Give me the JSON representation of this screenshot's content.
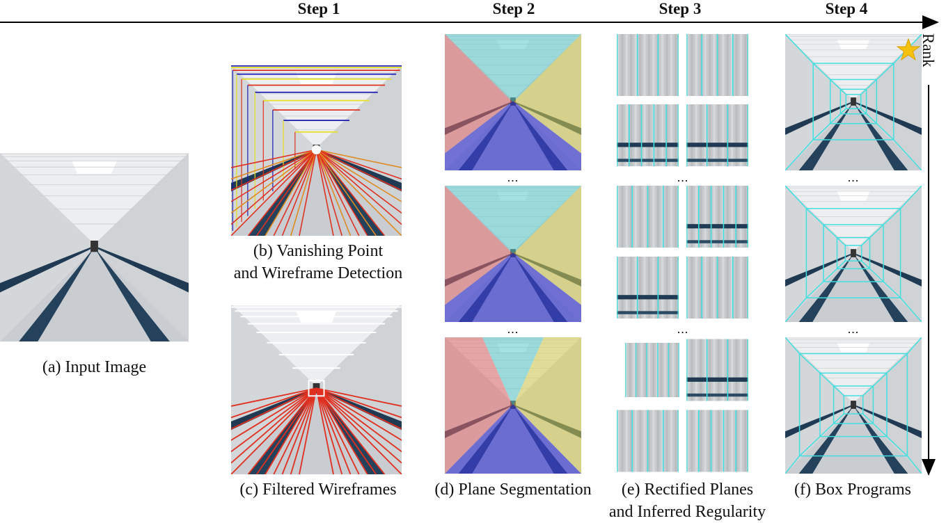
{
  "steps": [
    "Step 1",
    "Step 2",
    "Step 3",
    "Step 4"
  ],
  "rank_label": "Rank",
  "ellipsis": "...",
  "captions": {
    "a": "(a) Input Image",
    "b_line1": "(b) Vanishing Point",
    "b_line2": "and Wireframe Detection",
    "c": "(c) Filtered Wireframes",
    "d": "(d) Plane Segmentation",
    "e_line1": "(e) Rectified Planes",
    "e_line2": "and Inferred Regularity",
    "f": "(f) Box Programs"
  },
  "colors": {
    "ceiling": "#5ac8c8",
    "wall_left": "#e06a6a",
    "wall_right": "#d8d050",
    "floor": "#3a3ad0",
    "wire_red": "#e03020",
    "wire_blue": "#1a1ab0",
    "wire_yellow": "#e8e020",
    "box_cyan": "#40e0e0",
    "star": "#f4c20d"
  },
  "icons": {
    "star": "star-icon"
  }
}
